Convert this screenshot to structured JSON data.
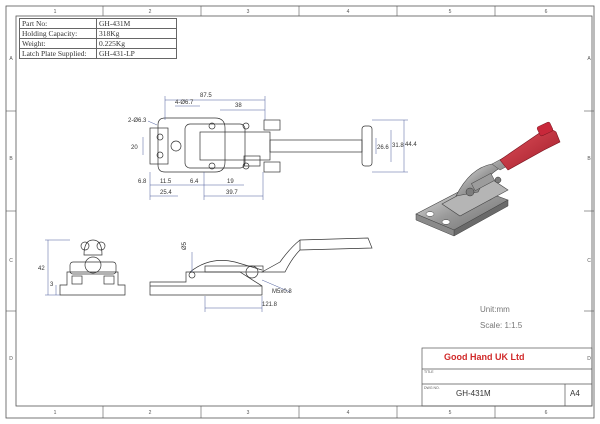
{
  "specs": [
    {
      "label": "Part No:",
      "value": "GH-431M"
    },
    {
      "label": "Holding Capacity:",
      "value": "318Kg"
    },
    {
      "label": "Weight:",
      "value": "0.225Kg"
    },
    {
      "label": "Latch Plate Supplied:",
      "value": "GH-431-LP"
    }
  ],
  "grid": {
    "columns": [
      "1",
      "2",
      "3",
      "4",
      "5",
      "6"
    ],
    "rows": [
      "A",
      "B",
      "C",
      "D"
    ]
  },
  "dimensions": {
    "top_view": [
      "87.5",
      "4-Ø6.7",
      "38",
      "2-Ø6.3",
      "20",
      "26.6",
      "31.8",
      "44.4",
      "6.8",
      "11.5",
      "6.4",
      "19",
      "25.4",
      "39.7"
    ],
    "end_view": [
      "42",
      "3"
    ],
    "side_view": [
      "Ø5",
      "M5x0.8",
      "121.8"
    ]
  },
  "notes": {
    "unit": "Unit:mm",
    "scale": "Scale: 1:1.5"
  },
  "title_block": {
    "company": "Good Hand UK Ltd",
    "title_label": "TITLE",
    "dwg_label": "DWG NO.",
    "drawing_no": "GH-431M",
    "size": "A4"
  },
  "colors": {
    "handle": "#c8283a",
    "outline": "#333333",
    "dimension": "#4a5a9a",
    "frame": "#555555"
  }
}
